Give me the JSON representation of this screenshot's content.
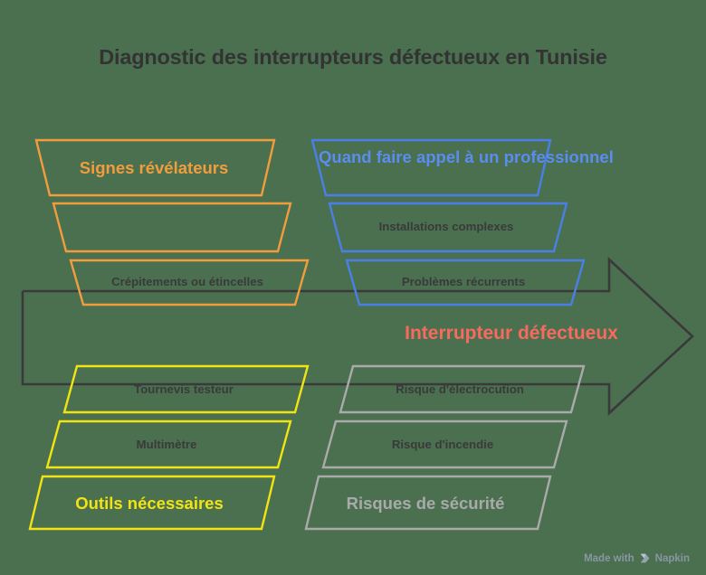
{
  "page": {
    "background_color": "#4a7050",
    "title": "Diagnostic des interrupteurs défectueux en Tunisie",
    "center_label": "Interrupteur défectueux",
    "center_label_color": "#f76a5e",
    "arrow_color": "#3a3a3a"
  },
  "groups": [
    {
      "id": "signes-revelateurs",
      "color": "#f29d3d",
      "position": "top-left",
      "heading": "Signes révélateurs",
      "rows": [
        {
          "label": "Signes révélateurs",
          "role": "heading"
        },
        {
          "label": "",
          "role": "item"
        },
        {
          "label": "Crépitements ou étincelles",
          "role": "item"
        }
      ]
    },
    {
      "id": "quand-faire-appel",
      "color": "#4a7fe8",
      "position": "top-right",
      "heading": "Quand faire appel à un professionnel",
      "rows": [
        {
          "label": "Quand faire appel à un professionnel",
          "role": "heading"
        },
        {
          "label": "Installations complexes",
          "role": "item"
        },
        {
          "label": "Problèmes récurrents",
          "role": "item"
        }
      ]
    },
    {
      "id": "outils-necessaires",
      "color": "#f2e313",
      "position": "bottom-left",
      "heading": "Outils nécessaires",
      "rows": [
        {
          "label": "Tournevis testeur",
          "role": "item"
        },
        {
          "label": "Multimètre",
          "role": "item"
        },
        {
          "label": "Outils nécessaires",
          "role": "heading"
        }
      ]
    },
    {
      "id": "risques-de-securite",
      "color": "#aaaaaa",
      "position": "bottom-right",
      "heading": "Risques de sécurité",
      "rows": [
        {
          "label": "Risque d'électrocution",
          "role": "item"
        },
        {
          "label": "Risque d'incendie",
          "role": "item"
        },
        {
          "label": "Risques de sécurité",
          "role": "heading"
        }
      ]
    }
  ],
  "watermark": {
    "text": "Made with",
    "brand": "Napkin",
    "icon": "napkin-logo-icon"
  }
}
